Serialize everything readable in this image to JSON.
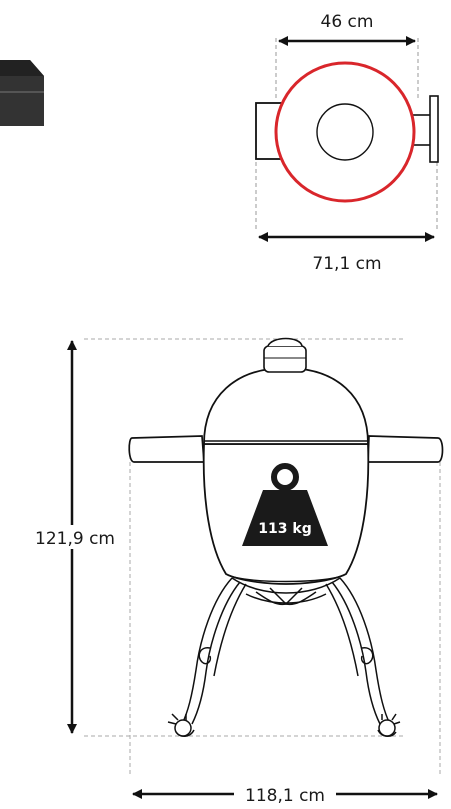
{
  "top_view": {
    "inner_width_label": "46 cm",
    "outer_width_label": "71,1 cm",
    "accent_color": "#d9262b"
  },
  "front_view": {
    "height_label": "121,9 cm",
    "width_label": "118,1 cm",
    "weight_label": "113 kg"
  },
  "icons": [
    "box-icon",
    "weight-icon"
  ]
}
